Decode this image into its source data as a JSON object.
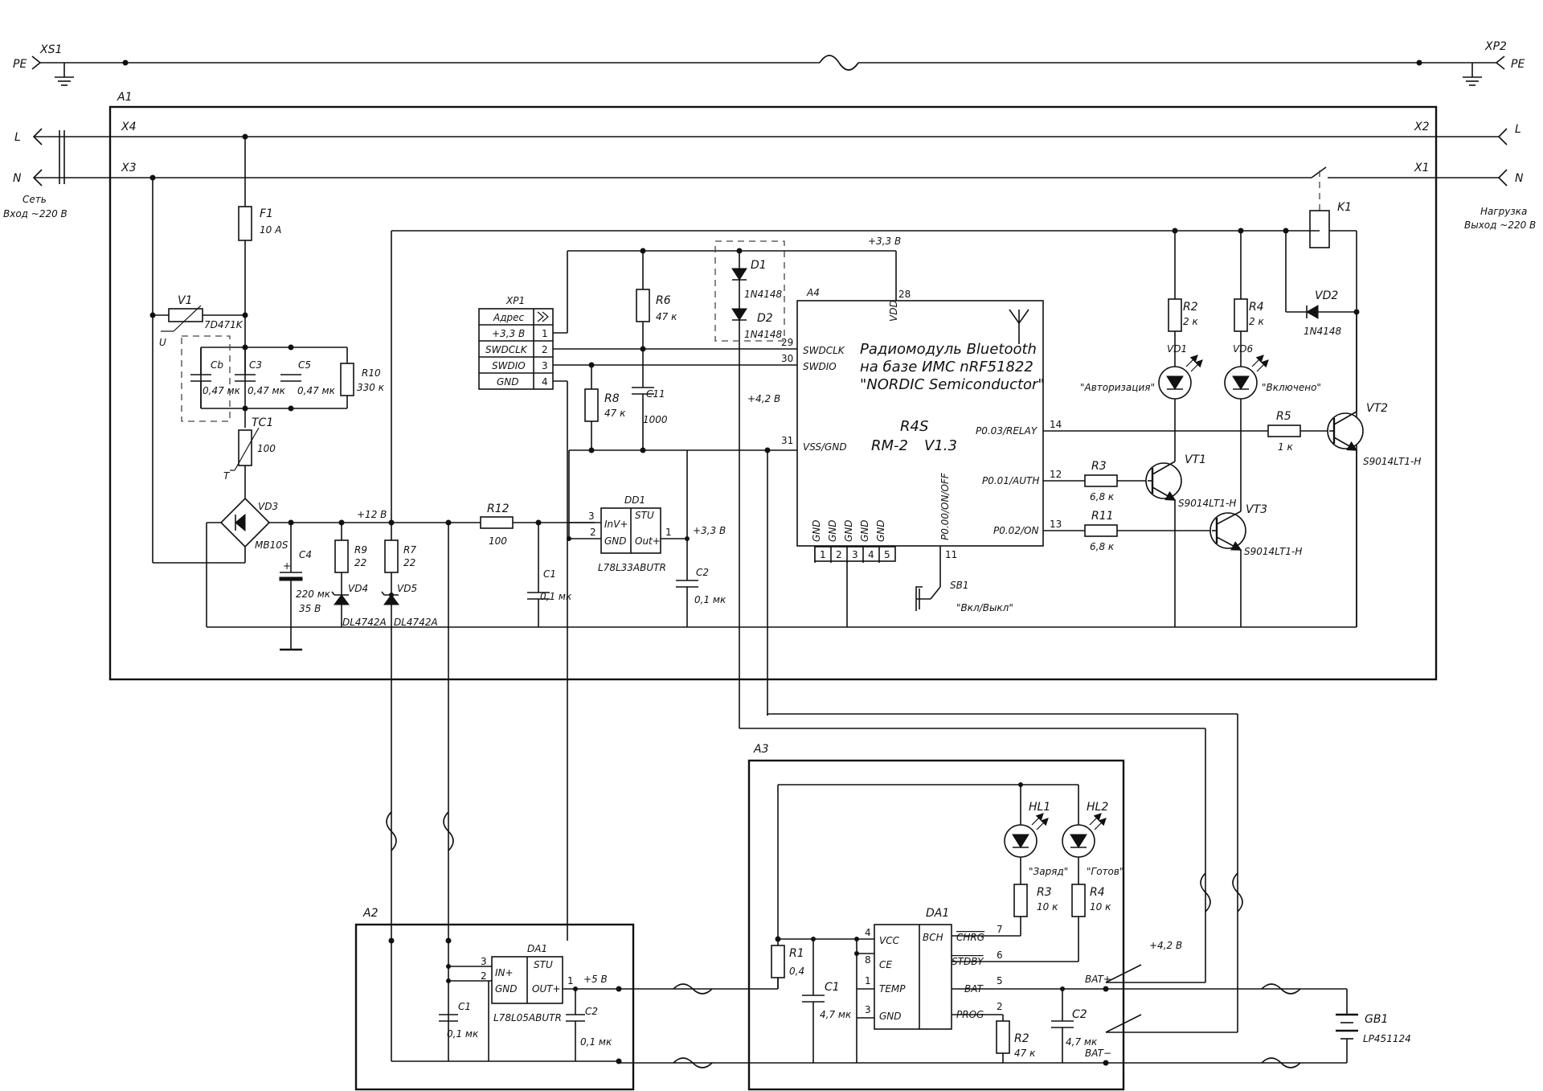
{
  "top_line": {
    "xs1": "XS1",
    "xp2": "XP2",
    "pe_left": "PE",
    "pe_right": "PE"
  },
  "blocks": {
    "a1": "A1",
    "a2": "A2",
    "a3": "A3",
    "a4": "A4"
  },
  "input": {
    "l": "L",
    "n": "N",
    "x4": "X4",
    "x3": "X3",
    "caption_1": "Сеть",
    "caption_2": "Вход ~220 В"
  },
  "output": {
    "l": "L",
    "n": "N",
    "x2": "X2",
    "x1": "X1",
    "caption_1": "Нагрузка",
    "caption_2": "Выход ~220 В",
    "k1": "K1"
  },
  "power": {
    "f1": "F1",
    "f1_val": "10 А",
    "v1": "V1",
    "v1_val": "7D471K",
    "v1_u": "U",
    "cb": "Cb",
    "cb_val": "0,47 мк",
    "c3": "C3",
    "c3_val": "0,47 мк",
    "c5": "C5",
    "c5_val": "0,47 мк",
    "r10": "R10",
    "r10_val": "330 к",
    "tc1": "TC1",
    "tc1_val": "100",
    "tc1_t": "T",
    "vd3": "VD3",
    "vd3_val": "MB10S",
    "c4": "C4",
    "c4_val1": "220 мк",
    "c4_val2": "35 В",
    "c4_plus": "+",
    "r9": "R9",
    "r9_val": "22",
    "r7": "R7",
    "r7_val": "22",
    "vd4": "VD4",
    "vd4_val": "DL4742A",
    "vd5": "VD5",
    "vd5_val": "DL4742A",
    "v12": "+12 В",
    "r12": "R12",
    "r12_val": "100",
    "c1": "C1",
    "c1_val": "0,1 мк",
    "dd1": "DD1",
    "dd1_pin_in": "InV+",
    "dd1_pin_gnd": "GND",
    "dd1_stu": "STU",
    "dd1_out": "Out+",
    "dd1_p3": "3",
    "dd1_p2": "2",
    "dd1_p1": "1",
    "dd1_val": "L78L33ABUTR",
    "v33_reg": "+3,3 В",
    "c2": "C2",
    "c2_val": "0,1 мк"
  },
  "xp1": {
    "name": "XP1",
    "header": "Адрес",
    "rows": [
      {
        "label": "+3,3 В",
        "pin": "1"
      },
      {
        "label": "SWDCLK",
        "pin": "2"
      },
      {
        "label": "SWDIO",
        "pin": "3"
      },
      {
        "label": "GND",
        "pin": "4"
      }
    ]
  },
  "mcu_aux": {
    "r6": "R6",
    "r6_val": "47 к",
    "r8": "R8",
    "r8_val": "47 к",
    "c11": "C11",
    "c11_val": "1000",
    "d1": "D1",
    "d1_val": "1N4148",
    "d2": "D2",
    "d2_val": "1N4148",
    "v33": "+3,3 В",
    "v42": "+4,2 В"
  },
  "module": {
    "title_1": "Радиомодуль Bluetooth",
    "title_2": "на базе ИМС nRF51822",
    "title_3": "\"NORDIC Semiconductor\"",
    "model_1": "R4S",
    "model_2": "RM-2",
    "model_3": "V1.3",
    "vdd": "VDD",
    "vdd_pin": "28",
    "swdclk": "SWDCLK",
    "swdclk_pin": "29",
    "swdio": "SWDIO",
    "swdio_pin": "30",
    "vss": "VSS/GND",
    "vss_pin": "31",
    "relay": "P0.03/RELAY",
    "relay_pin": "14",
    "auth": "P0.01/AUTH",
    "auth_pin": "12",
    "on": "P0.02/ON",
    "on_pin": "13",
    "onoff": "P0.00/ON/OFF",
    "onoff_pin": "11",
    "gnd": "GND",
    "gnd_pins": [
      "1",
      "2",
      "3",
      "4",
      "5"
    ]
  },
  "indicators": {
    "r2": "R2",
    "r2_val": "2 к",
    "r4": "R4",
    "r4_val": "2 к",
    "vd1": "VD1",
    "vd1_label": "\"Авторизация\"",
    "vd6": "VD6",
    "vd6_label": "\"Включено\"",
    "vd2": "VD2",
    "vd2_val": "1N4148",
    "r5": "R5",
    "r5_val": "1 к",
    "vt2": "VT2",
    "vt2_val": "S9014LT1-H",
    "r3": "R3",
    "r3_val": "6,8 к",
    "vt1": "VT1",
    "vt1_val": "S9014LT1-H",
    "r11": "R11",
    "r11_val": "6,8 к",
    "vt3": "VT3",
    "vt3_val": "S9014LT1-H",
    "sb1": "SB1",
    "sb1_label": "\"Вкл/Выкл\""
  },
  "a2_block": {
    "da1": "DA1",
    "pin_in": "IN+",
    "pin_gnd": "GND",
    "stu": "STU",
    "out": "OUT+",
    "p3": "3",
    "p2": "2",
    "p1": "1",
    "val": "L78L05ABUTR",
    "v5": "+5 В",
    "c1": "C1",
    "c1_val": "0,1 мк",
    "c2": "C2",
    "c2_val": "0,1 мк"
  },
  "a3_block": {
    "hl1": "HL1",
    "hl1_label": "\"Заряд\"",
    "hl2": "HL2",
    "hl2_label": "\"Готов\"",
    "r3": "R3",
    "r3_val": "10 к",
    "r4": "R4",
    "r4_val": "10 к",
    "da1": "DA1",
    "bch": "BCH",
    "vcc": "VCC",
    "ce": "CE",
    "temp": "TEMP",
    "gnd": "GND",
    "chrg": "CHRG",
    "stdby": "STDBY",
    "bat": "BAT",
    "prog": "PROG",
    "p4": "4",
    "p8": "8",
    "p1": "1",
    "p3": "3",
    "p7": "7",
    "p6": "6",
    "p5": "5",
    "p2": "2",
    "r1": "R1",
    "r1_val": "0,4",
    "c1": "C1",
    "c1_val": "4,7 мк",
    "r2": "R2",
    "r2_val": "47 к",
    "c2": "C2",
    "c2_val": "4,7 мк",
    "v42": "+4,2 В",
    "bat_plus": "BAT+",
    "bat_minus": "BAT−"
  },
  "battery": {
    "gb1": "GB1",
    "val": "LP451124"
  }
}
